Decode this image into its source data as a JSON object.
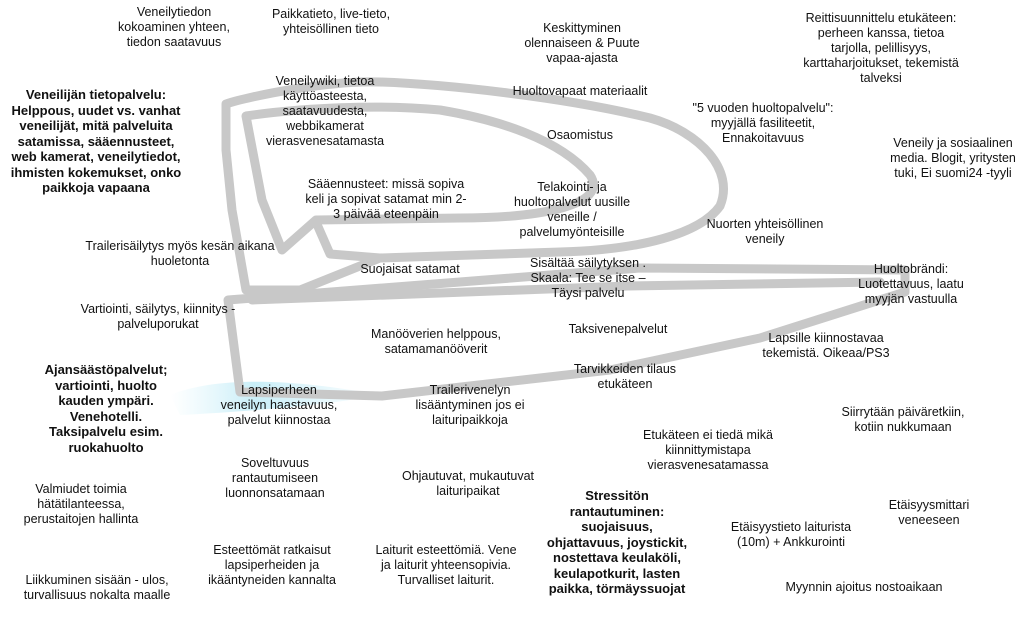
{
  "notes": [
    {
      "id": "n1",
      "text": "Veneilytiedon kokoaminen yhteen, tiedon saatavuus"
    },
    {
      "id": "n2",
      "text": "Paikkatieto, live-tieto, yhteisöllinen tieto"
    },
    {
      "id": "n3",
      "text": "Keskittyminen olennaiseen & Puute vapaa-ajasta"
    },
    {
      "id": "n4",
      "text": "Reittisuunnittelu etukäteen: perheen kanssa, tietoa tarjolla, pelillisyys, karttaharjoitukset, tekemistä talveksi"
    },
    {
      "id": "n5",
      "text": "Veneilijän tietopalvelu: Helppous, uudet vs. vanhat veneilijät, mitä palveluita satamissa, sääennusteet, web kamerat, veneilytiedot, ihmisten kokemukset, onko paikkoja vapaana"
    },
    {
      "id": "n6",
      "text": "Veneilywiki, tietoa käyttöasteesta, saatavuudesta, webbikamerat vierasvenesatamasta"
    },
    {
      "id": "n7",
      "text": "Huoltovapaat materiaalit"
    },
    {
      "id": "n8",
      "text": "\"5 vuoden huoltopalvelu\": myyjällä fasiliteetit, Ennakoitavuus"
    },
    {
      "id": "n9",
      "text": "Osaomistus"
    },
    {
      "id": "n10",
      "text": "Veneily ja sosiaalinen media. Blogit, yritysten tuki, Ei suomi24 -tyyli"
    },
    {
      "id": "n11",
      "text": "Sääennusteet: missä sopiva keli ja sopivat satamat min 2-3 päivää eteenpäin"
    },
    {
      "id": "n12",
      "text": "Telakointi- ja huoltopalvelut uusille veneille / palvelumyönteisille"
    },
    {
      "id": "n13",
      "text": "Nuorten yhteisöllinen veneily"
    },
    {
      "id": "n14",
      "text": "Trailerisäilytys myös kesän aikana huoletonta"
    },
    {
      "id": "n15",
      "text": "Suojaisat satamat"
    },
    {
      "id": "n16",
      "text": "Sisältää säilytyksen . Skaala: Tee se itse – Täysi palvelu"
    },
    {
      "id": "n17",
      "text": "Huoltobrändi: Luotettavuus, laatu myyjän vastuulla"
    },
    {
      "id": "n18",
      "text": "Vartiointi, säilytys, kiinnitys - palveluporukat"
    },
    {
      "id": "n19",
      "text": "Taksivenepalvelut"
    },
    {
      "id": "n20",
      "text": "Manööverien helppous, satamamanööverit"
    },
    {
      "id": "n21",
      "text": "Lapsille kiinnostavaa tekemistä. Oikeaa/PS3"
    },
    {
      "id": "n22",
      "text": "Ajansäästöpalvelut; vartiointi, huolto kauden ympäri. Venehotelli. Taksipalvelu esim. ruokahuolto"
    },
    {
      "id": "n23",
      "text": "Tarvikkeiden tilaus etukäteen"
    },
    {
      "id": "n24",
      "text": "Lapsiperheen veneilyn haastavuus, palvelut kiinnostaa"
    },
    {
      "id": "n25",
      "text": "Trailerivenelyn lisääntyminen jos ei laituripaikkoja"
    },
    {
      "id": "n26",
      "text": "Siirrytään päiväretkiin, kotiin nukkumaan"
    },
    {
      "id": "n27",
      "text": "Etukäteen ei tiedä mikä kiinnittymistapa vierasvenesatamassa"
    },
    {
      "id": "n28",
      "text": "Soveltuvuus rantautumiseen luonnonsatamaan"
    },
    {
      "id": "n29",
      "text": "Ohjautuvat, mukautuvat laituripaikat"
    },
    {
      "id": "n30",
      "text": "Valmiudet toimia hätätilanteessa, perustaitojen hallinta"
    },
    {
      "id": "n31",
      "text": "Etäisyysmittari veneeseen"
    },
    {
      "id": "n32",
      "text": "Stressitön rantautuminen: suojaisuus, ohjattavuus, joystickit, nostettava keulaköli, keulapotkurit, lasten paikka, törmäyssuojat"
    },
    {
      "id": "n33",
      "text": "Etäisyystieto laiturista (10m) + Ankkurointi"
    },
    {
      "id": "n34",
      "text": "Esteettömät ratkaisut lapsiperheiden ja ikääntyneiden kannalta"
    },
    {
      "id": "n35",
      "text": "Laiturit esteettömiä. Vene ja laiturit yhteensopivia. Turvalliset laiturit."
    },
    {
      "id": "n36",
      "text": "Myynnin ajoitus nostoaikaan"
    },
    {
      "id": "n37",
      "text": "Liikkuminen sisään - ulos, turvallisuus nokalta maalle"
    }
  ],
  "colors": {
    "boat_outline": "#c8c8c8",
    "water": "#cdeff8"
  }
}
